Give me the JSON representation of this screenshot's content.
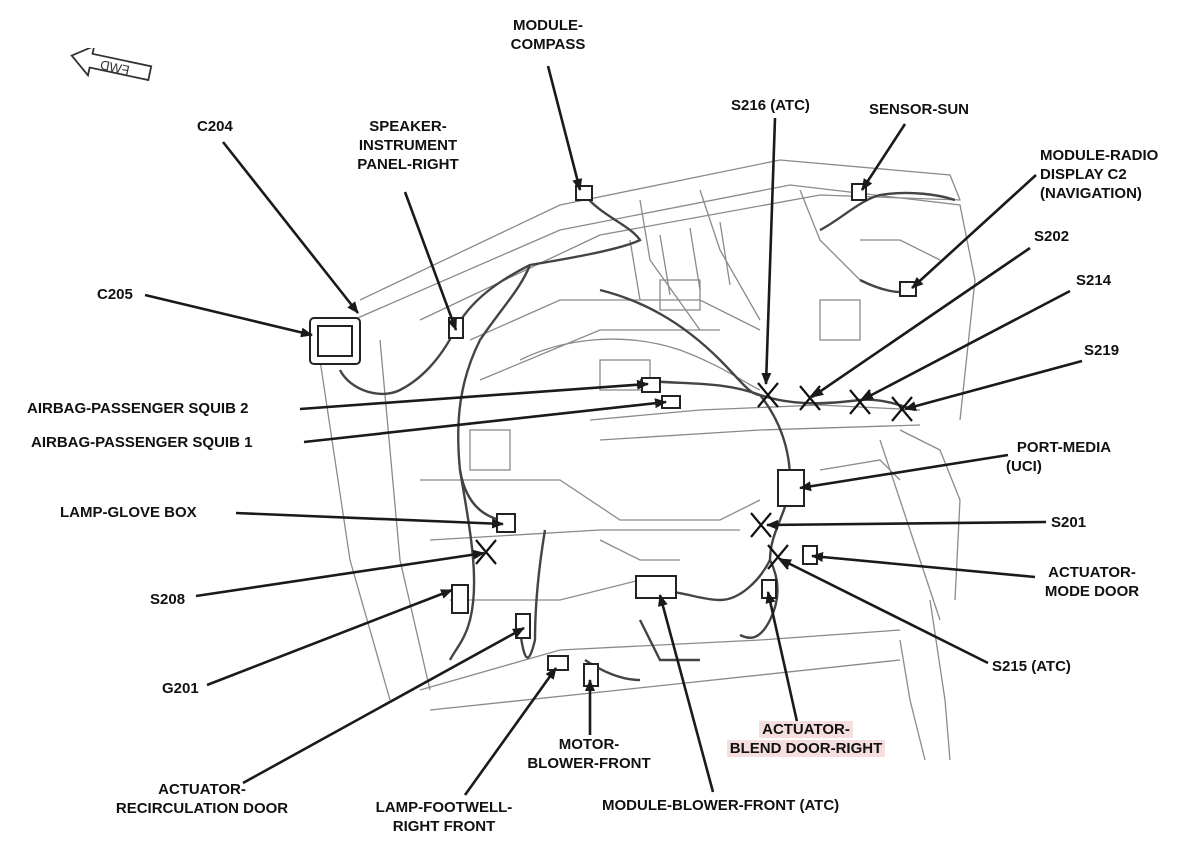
{
  "orientation": {
    "label": "FWD",
    "icon": "arrow-left-icon"
  },
  "labels": {
    "module_compass": [
      "MODULE-",
      "COMPASS"
    ],
    "c204": "C204",
    "speaker": [
      "SPEAKER-",
      "INSTRUMENT",
      "PANEL-RIGHT"
    ],
    "s216": "S216 (ATC)",
    "sensor_sun": "SENSOR-SUN",
    "module_radio": [
      "MODULE-RADIO",
      "DISPLAY C2",
      "(NAVIGATION)"
    ],
    "c205": "C205",
    "s202": "S202",
    "s214": "S214",
    "s219": "S219",
    "airbag2": "AIRBAG-PASSENGER SQUIB 2",
    "airbag1": "AIRBAG-PASSENGER SQUIB 1",
    "port_media": [
      "PORT-MEDIA",
      "(UCI)"
    ],
    "lamp_glove": "LAMP-GLOVE BOX",
    "s201": "S201",
    "actuator_mode": [
      "ACTUATOR-",
      "MODE DOOR"
    ],
    "s208": "S208",
    "s215": "S215 (ATC)",
    "g201": "G201",
    "actuator_blend": [
      "ACTUATOR-",
      "BLEND DOOR-RIGHT"
    ],
    "motor_blower": [
      "MOTOR-",
      "BLOWER-FRONT"
    ],
    "actuator_recirc": [
      "ACTUATOR-",
      "RECIRCULATION DOOR"
    ],
    "lamp_footwell": [
      "LAMP-FOOTWELL-",
      "RIGHT FRONT"
    ],
    "module_blower": "MODULE-BLOWER-FRONT (ATC)"
  },
  "colors": {
    "line": "#1a1a1a",
    "highlight": "#f6dede",
    "sketch": "#8a8a8a"
  }
}
